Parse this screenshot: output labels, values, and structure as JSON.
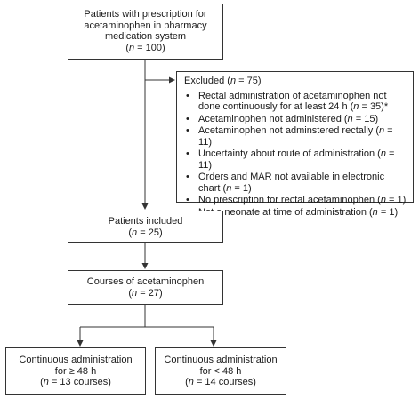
{
  "box1": {
    "line1": "Patients with prescription for",
    "line2": "acetaminophen in pharmacy",
    "line3": "medication system",
    "n": "n",
    "count": " = 100)"
  },
  "excluded": {
    "heading": "Excluded  (",
    "n": "n",
    "count": " = 75)",
    "items": [
      {
        "a": "Rectal administration of acetaminophen not done continuously for at least 24 h (",
        "n": "n",
        "b": " = 35)*"
      },
      {
        "a": "Acetaminophen not administered (",
        "n": "n",
        "b": " = 15)"
      },
      {
        "a": "Acetaminophen not adminstered rectally (",
        "n": "n",
        "b": " = 11)"
      },
      {
        "a": "Uncertainty about route of administration (",
        "n": "n",
        "b": " = 11)"
      },
      {
        "a": "Orders and MAR not available in electronic chart (",
        "n": "n",
        "b": " = 1)"
      },
      {
        "a": "No prescription for rectal acetaminophen (",
        "n": "n",
        "b": " = 1)"
      },
      {
        "a": "Not a neonate at time of administration (",
        "n": "n",
        "b": " = 1)"
      }
    ]
  },
  "box2": {
    "line1": "Patients included",
    "n": "n",
    "count": " = 25)"
  },
  "box3": {
    "line1": "Courses of acetaminophen",
    "n": "n",
    "count": " = 27)"
  },
  "box4": {
    "line1": "Continuous administration",
    "line2": "for ≥ 48 h",
    "n": "n",
    "count": " = 13 courses)"
  },
  "box5": {
    "line1": "Continuous administration",
    "line2": "for < 48 h",
    "n": "n",
    "count": " = 14 courses)"
  }
}
